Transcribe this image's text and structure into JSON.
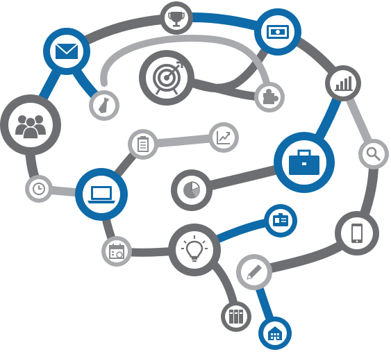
{
  "colors": {
    "blue": "#0e6aa8",
    "dark_gray": "#6d6e71",
    "mid_gray": "#8a8b8e",
    "light_gray": "#a9aaad",
    "ring_fill": "#ffffff",
    "node_fill": "#ffffff"
  },
  "nodes": [
    {
      "id": "trophy",
      "icon": "trophy-icon",
      "tone": "dark_gray"
    },
    {
      "id": "money",
      "icon": "money-icon",
      "tone": "blue"
    },
    {
      "id": "mail",
      "icon": "mail-icon",
      "tone": "blue"
    },
    {
      "id": "target",
      "icon": "target-icon",
      "tone": "dark_gray"
    },
    {
      "id": "puzzle",
      "icon": "puzzle-icon",
      "tone": "light_gray"
    },
    {
      "id": "bar-chart",
      "icon": "bar-chart-icon",
      "tone": "dark_gray"
    },
    {
      "id": "tie",
      "icon": "tie-icon",
      "tone": "light_gray"
    },
    {
      "id": "team",
      "icon": "team-icon",
      "tone": "dark_gray"
    },
    {
      "id": "clipboard",
      "icon": "clipboard-icon",
      "tone": "light_gray"
    },
    {
      "id": "growth",
      "icon": "growth-chart-icon",
      "tone": "light_gray"
    },
    {
      "id": "briefcase",
      "icon": "briefcase-icon",
      "tone": "blue"
    },
    {
      "id": "search",
      "icon": "search-icon",
      "tone": "light_gray"
    },
    {
      "id": "clock",
      "icon": "clock-icon",
      "tone": "light_gray"
    },
    {
      "id": "laptop",
      "icon": "laptop-icon",
      "tone": "blue"
    },
    {
      "id": "pie",
      "icon": "pie-chart-icon",
      "tone": "dark_gray"
    },
    {
      "id": "id-card",
      "icon": "id-card-icon",
      "tone": "blue"
    },
    {
      "id": "phone",
      "icon": "smartphone-icon",
      "tone": "dark_gray"
    },
    {
      "id": "calendar",
      "icon": "calendar-icon",
      "tone": "light_gray"
    },
    {
      "id": "bulb",
      "icon": "lightbulb-icon",
      "tone": "dark_gray"
    },
    {
      "id": "pencil",
      "icon": "pencil-icon",
      "tone": "light_gray"
    },
    {
      "id": "binders",
      "icon": "binders-icon",
      "tone": "dark_gray"
    },
    {
      "id": "building",
      "icon": "building-icon",
      "tone": "blue"
    }
  ]
}
